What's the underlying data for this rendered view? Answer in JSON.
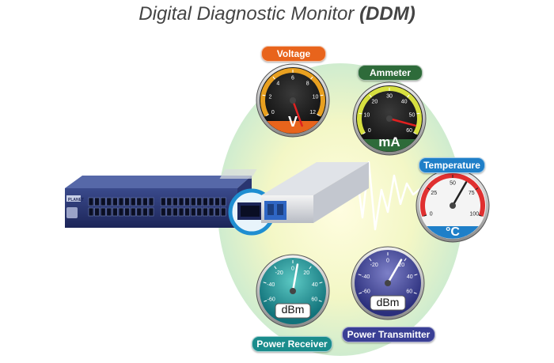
{
  "title": {
    "main": "Digital Diagnostic Monitor",
    "bold": "(DDM)"
  },
  "device": {
    "brand": "PLANET"
  },
  "gauges": {
    "voltage": {
      "label": "Voltage",
      "unit": "V",
      "ticks": [
        "0",
        "2",
        "4",
        "6",
        "8",
        "10",
        "12"
      ],
      "color": "#e8641c"
    },
    "ammeter": {
      "label": "Ammeter",
      "unit": "mA",
      "ticks": [
        "0",
        "10",
        "20",
        "30",
        "40",
        "50",
        "60"
      ],
      "color": "#2e6b3a"
    },
    "temperature": {
      "label": "Temperature",
      "unit": "°C",
      "ticks": [
        "0",
        "25",
        "50",
        "75",
        "100"
      ],
      "color": "#1f7fc8"
    },
    "receiver": {
      "label": "Power Receiver",
      "unit": "dBm",
      "ticks": [
        "-60",
        "-40",
        "-20",
        "0",
        "20",
        "40",
        "60"
      ],
      "color": "#1a8c8c"
    },
    "transmitter": {
      "label": "Power Transmitter",
      "unit": "dBm",
      "ticks": [
        "-60",
        "-40",
        "-20",
        "0",
        "20",
        "40",
        "60"
      ],
      "color": "#3a3f95"
    }
  }
}
